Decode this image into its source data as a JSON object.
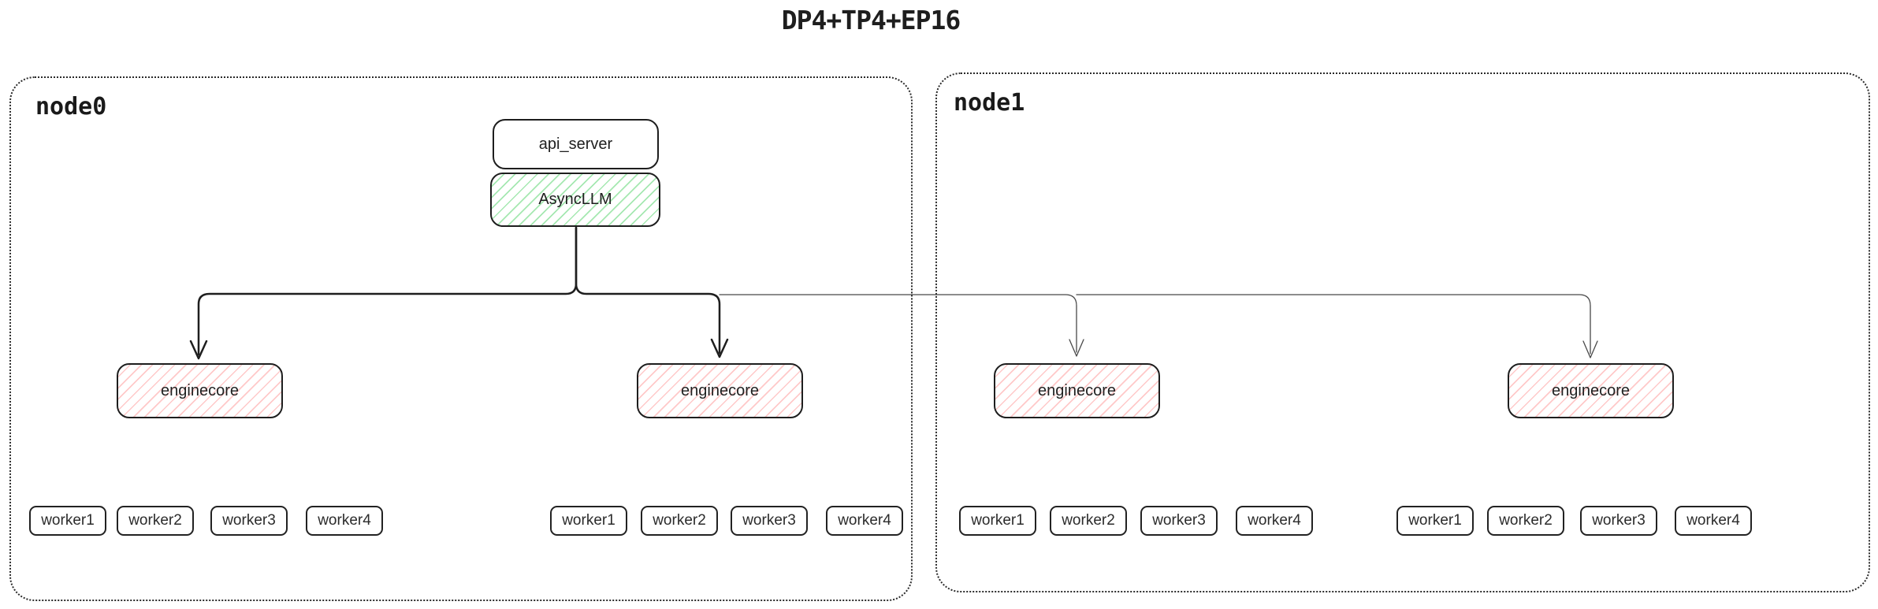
{
  "title": "DP4+TP4+EP16",
  "nodes": {
    "node0": {
      "label": "node0"
    },
    "node1": {
      "label": "node1"
    }
  },
  "boxes": {
    "api_server": "api_server",
    "async_llm": "AsyncLLM",
    "enginecore": "enginecore"
  },
  "workers": [
    "worker1",
    "worker2",
    "worker3",
    "worker4"
  ],
  "colors": {
    "canvas_bg": "#ffffff",
    "stroke": "#1e1e1e",
    "green_hatch": "#a5e8b1",
    "red_hatch": "#ffc9c9",
    "thin_arrow": "#484848"
  }
}
